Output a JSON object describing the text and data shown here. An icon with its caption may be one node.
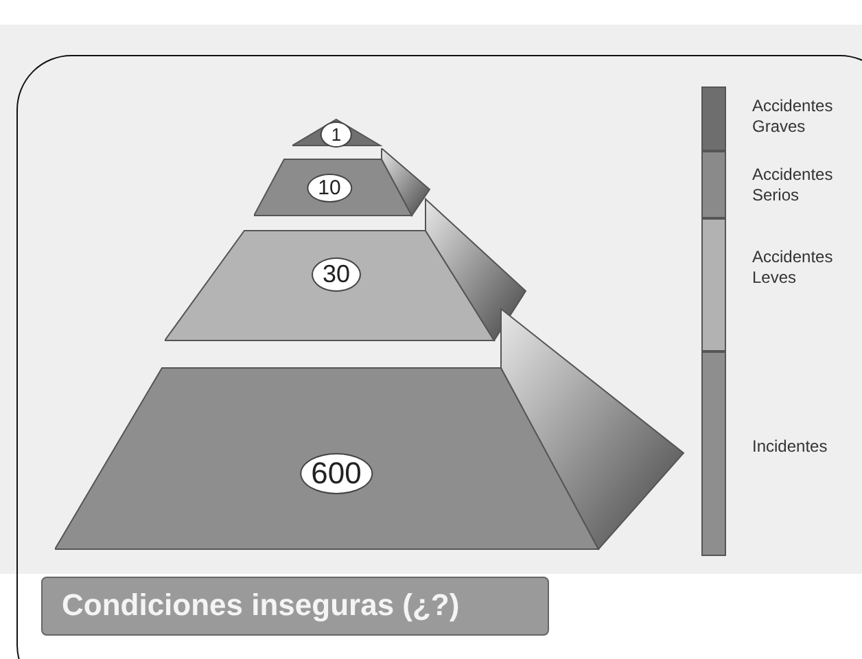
{
  "diagram": {
    "nodes": [
      {
        "text": [
          "1"
        ]
      },
      {
        "text": [
          "10"
        ]
      },
      {
        "text": [
          "30"
        ]
      },
      {
        "text": [
          "600"
        ]
      },
      {
        "text": [
          "Condiciones inseguras (¿?)"
        ]
      }
    ],
    "edges": [],
    "legend": [
      {
        "text": "Accidentes Graves",
        "color": "#6e6e6e"
      },
      {
        "text": "Accidentes Serios",
        "color": "#8a8a8a"
      },
      {
        "text": "Accidentes Leves",
        "color": "#b2b2b2"
      },
      {
        "text": "Incidentes",
        "color": "#8e8e8e"
      }
    ]
  }
}
